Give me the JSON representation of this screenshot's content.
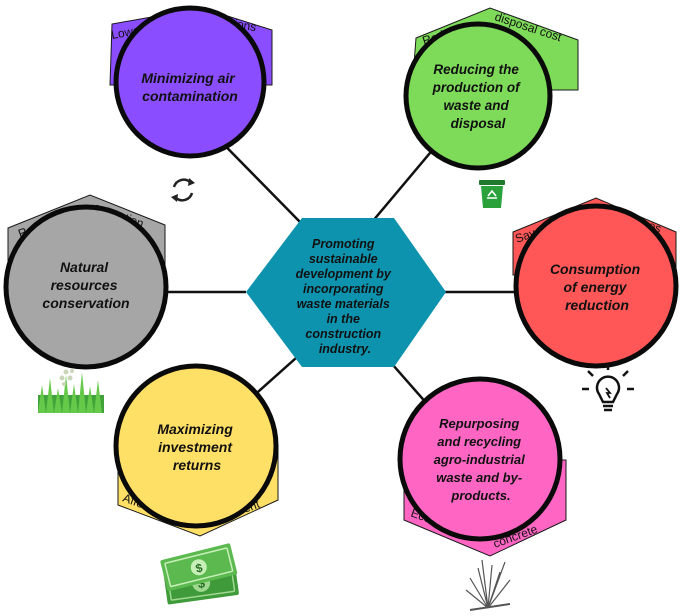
{
  "center": {
    "lines": [
      "Promoting",
      "sustainable",
      "development by",
      "incorporating",
      "waste materials",
      "in the",
      "construction",
      "industry."
    ],
    "color": "#0e93ae"
  },
  "nodes": [
    {
      "id": "air",
      "lines": [
        "Minimizing air",
        "contamination"
      ],
      "color": "#8a4dff",
      "tag_words": [
        "Lower CO2",
        "emissions"
      ],
      "icon": "recycle-arrows-icon"
    },
    {
      "id": "waste",
      "lines": [
        "Reducing the",
        "production of",
        "waste and",
        "disposal"
      ],
      "color": "#7ddb59",
      "tag_words": [
        "Reducing",
        "disposal cost"
      ],
      "icon": "recycle-bin-icon"
    },
    {
      "id": "natural",
      "lines": [
        "Natural",
        "resources",
        "conservation"
      ],
      "color": "#a6a6a6",
      "tag_words": [
        "Reduced",
        "extraction"
      ],
      "icon": "grass-icon"
    },
    {
      "id": "energy",
      "lines": [
        "Consumption",
        "of energy",
        "reduction"
      ],
      "color": "#ff5757",
      "tag_words": [
        "Save energy",
        "resources"
      ],
      "icon": "lightbulb-icon"
    },
    {
      "id": "investment",
      "lines": [
        "Maximizing",
        "investment",
        "returns"
      ],
      "color": "#ffe066",
      "tag_words": [
        "Affordable",
        "investment"
      ],
      "icon": "money-icon"
    },
    {
      "id": "recycle",
      "lines": [
        "Repurposing",
        "and recycling",
        "agro-industrial",
        "waste and by-",
        "products."
      ],
      "color": "#ff66c4",
      "tag_words": [
        "Eco-friendly",
        "concrete"
      ],
      "icon": "straw-icon"
    }
  ]
}
